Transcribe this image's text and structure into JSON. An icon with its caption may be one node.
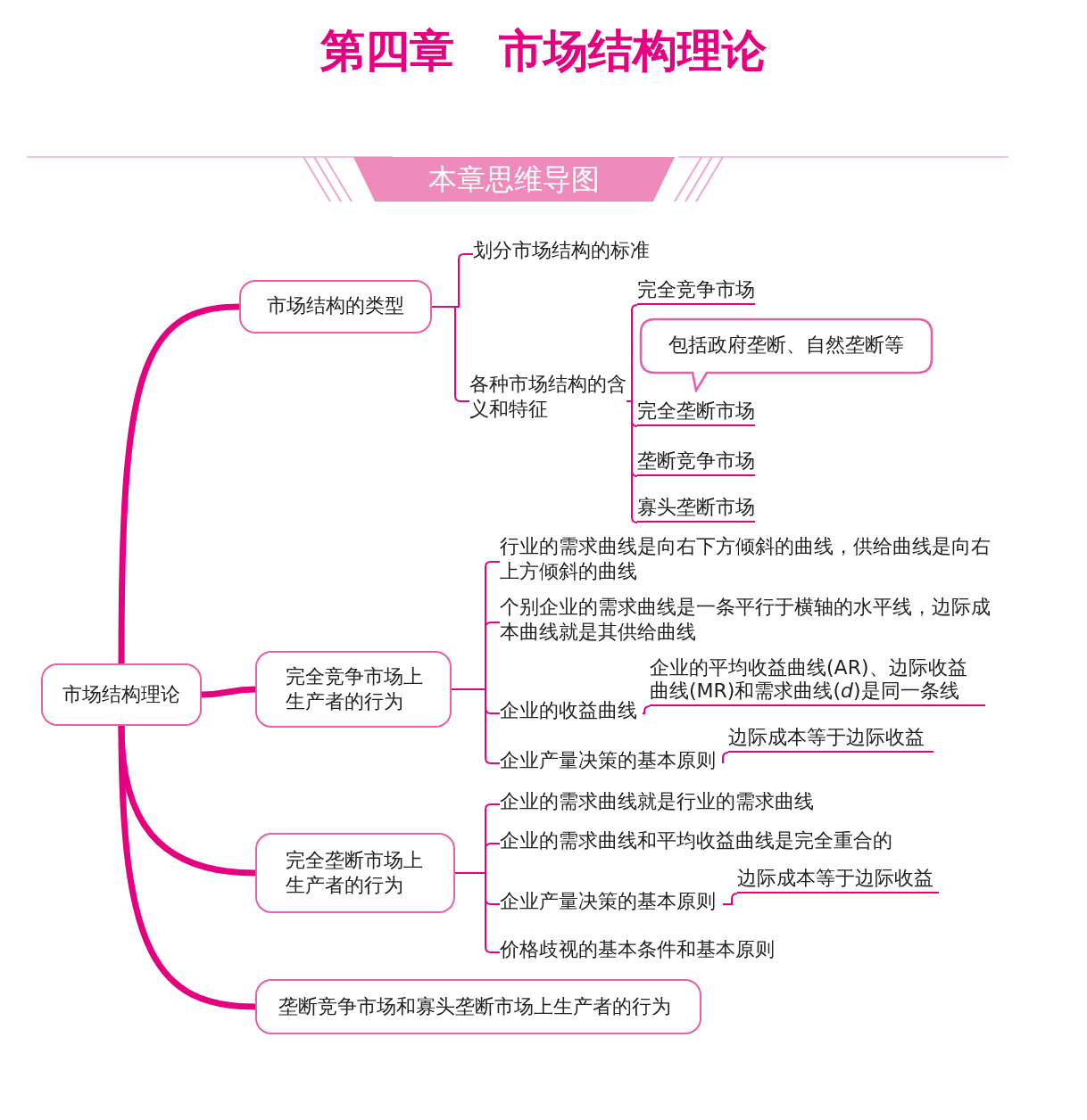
{
  "diagram": {
    "title": "第四章　市场结构理论",
    "nodes": [
      {
        "text": [
          "市场结构理论"
        ]
      },
      {
        "text": [
          "市场结构的类型"
        ]
      },
      {
        "text": [
          "划分市场结构的标准"
        ]
      },
      {
        "text": [
          "各种市场结构的含义和特征"
        ]
      },
      {
        "text": [
          "完全竞争市场"
        ]
      },
      {
        "text": [
          "包括政府垄断、自然垄断等"
        ]
      },
      {
        "text": [
          "完全垄断市场"
        ]
      },
      {
        "text": [
          "垄断竞争市场"
        ]
      },
      {
        "text": [
          "寡头垄断市场"
        ]
      },
      {
        "text": [
          "完全竞争市场上生产者的行为"
        ]
      },
      {
        "text": [
          "行业的需求曲线是向右下方倾斜的曲线，供给曲线是向右上方倾斜的曲线"
        ]
      },
      {
        "text": [
          "个别企业的需求曲线是一条平行于横轴的水平线，边际成本曲线就是其供给曲线"
        ]
      },
      {
        "text": [
          "企业的收益曲线"
        ]
      },
      {
        "text": [
          "企业的平均收益曲线(AR)、边际收益曲线(MR)和需求曲线(*d*)是同一条线"
        ]
      },
      {
        "text": [
          "企业产量决策的基本原则"
        ]
      },
      {
        "text": [
          "边际成本等于边际收益"
        ]
      },
      {
        "text": [
          "完全垄断市场上生产者的行为"
        ]
      },
      {
        "text": [
          "企业的需求曲线就是行业的需求曲线"
        ]
      },
      {
        "text": [
          "企业的需求曲线和平均收益曲线是完全重合的"
        ]
      },
      {
        "text": [
          "企业产量决策的基本原则"
        ]
      },
      {
        "text": [
          "边际成本等于边际收益"
        ]
      },
      {
        "text": [
          "价格歧视的基本条件和基本原则"
        ]
      },
      {
        "text": [
          "垄断竞争市场和寡头垄断市场上生产者的行为"
        ]
      }
    ],
    "edges": [
      {
        "from": 0,
        "to": 1,
        "arrow": "none",
        "style": "thick"
      },
      {
        "from": 1,
        "to": 2,
        "arrow": "none"
      },
      {
        "from": 1,
        "to": 3,
        "arrow": "none"
      },
      {
        "from": 3,
        "to": 4,
        "arrow": "none"
      },
      {
        "from": 3,
        "to": 6,
        "arrow": "none"
      },
      {
        "from": 3,
        "to": 7,
        "arrow": "none"
      },
      {
        "from": 3,
        "to": 8,
        "arrow": "none"
      },
      {
        "from": 0,
        "to": 9,
        "arrow": "none",
        "style": "thick"
      },
      {
        "from": 9,
        "to": 10,
        "arrow": "none"
      },
      {
        "from": 9,
        "to": 11,
        "arrow": "none"
      },
      {
        "from": 9,
        "to": 12,
        "arrow": "none"
      },
      {
        "from": 12,
        "to": 13,
        "arrow": "none"
      },
      {
        "from": 9,
        "to": 14,
        "arrow": "none"
      },
      {
        "from": 14,
        "to": 15,
        "arrow": "none"
      },
      {
        "from": 0,
        "to": 16,
        "arrow": "none",
        "style": "thick"
      },
      {
        "from": 16,
        "to": 17,
        "arrow": "none"
      },
      {
        "from": 16,
        "to": 18,
        "arrow": "none"
      },
      {
        "from": 16,
        "to": 19,
        "arrow": "none"
      },
      {
        "from": 19,
        "to": 20,
        "arrow": "none"
      },
      {
        "from": 16,
        "to": 21,
        "arrow": "none"
      },
      {
        "from": 0,
        "to": 22,
        "arrow": "none",
        "style": "thick"
      }
    ],
    "labels": [
      "本章思维导图"
    ]
  }
}
